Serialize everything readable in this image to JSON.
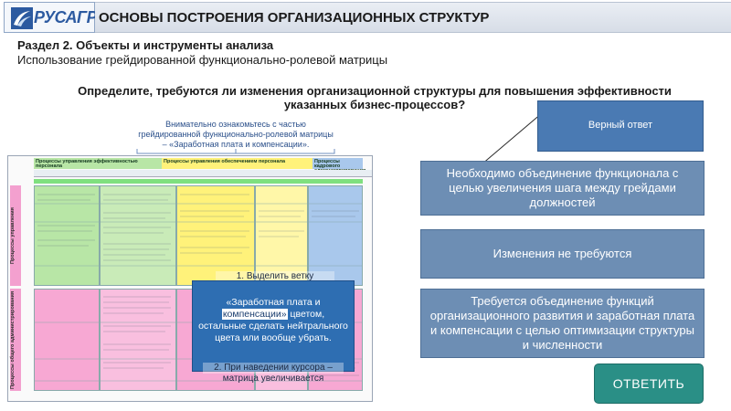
{
  "header": {
    "logo_text": "РУСАГРО",
    "title": "ОСНОВЫ ПОСТРОЕНИЯ ОРГАНИЗАЦИОННЫХ СТРУКТУР"
  },
  "section": {
    "title": "Раздел 2. Объекты и инструменты анализа",
    "subtitle": "Использование грейдированной функционально-ролевой матрицы"
  },
  "question": "Определите, требуются ли изменения организационной структуры для повышения эффективности указанных бизнес-процессов?",
  "note": "Внимательно ознакомьтесь с частью грейдированной функционально-ролевой матрицы – «Заработная плата и компенсации».",
  "matrix": {
    "col_headers": [
      "Процессы управления эффективностью персонала",
      "Процессы управления обеспечением персонала",
      "Процессы кадрового администрирования"
    ],
    "side_labels": [
      "Процессы управления",
      "Процессы общего администрирования"
    ],
    "colors": {
      "green": "#b8e6a6",
      "yellow": "#fff27a",
      "pink": "#f7a8d3",
      "blue": "#a9c8ec"
    }
  },
  "instruction": {
    "top": "1. Выделить ветку",
    "line1": "«Заработная плата и",
    "highlight": "компенсации»",
    "line2": " цветом, остальные сделать нейтрального цвета или вообще убрать.",
    "line3": "2. При наведении курсора – матрица увеличивается"
  },
  "right": {
    "correct_label": "Верный ответ",
    "answers": [
      "Необходимо объединение функционала с целью увеличения шага между грейдами должностей",
      "Изменения не требуются",
      "Требуется объединение функций организационного развития и заработная плата и компенсации с целью оптимизации структуры и численности"
    ],
    "reply_button": "ОТВЕТИТЬ"
  }
}
